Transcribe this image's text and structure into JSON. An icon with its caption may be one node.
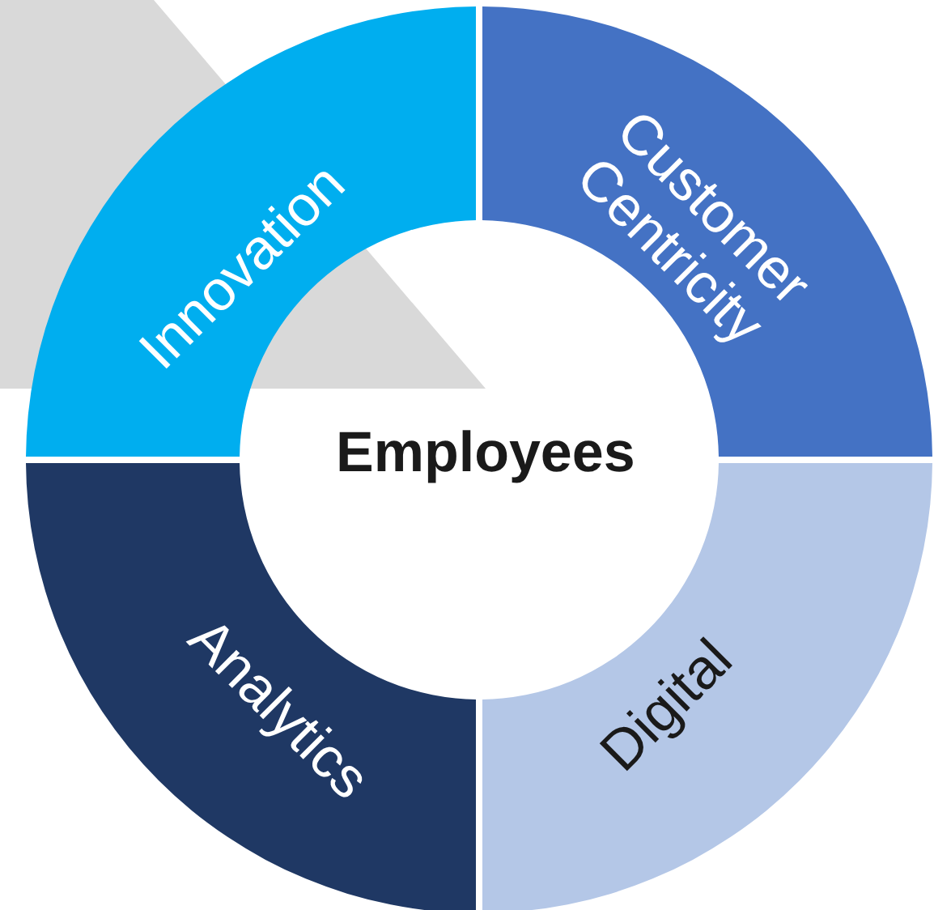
{
  "diagram": {
    "nodes": [
      {
        "text": [
          "Employees"
        ]
      },
      {
        "text": [
          "Innovation"
        ]
      },
      {
        "text": [
          "Customer Centricity"
        ]
      },
      {
        "text": [
          "Analytics"
        ]
      },
      {
        "text": [
          "Digital"
        ]
      }
    ]
  }
}
